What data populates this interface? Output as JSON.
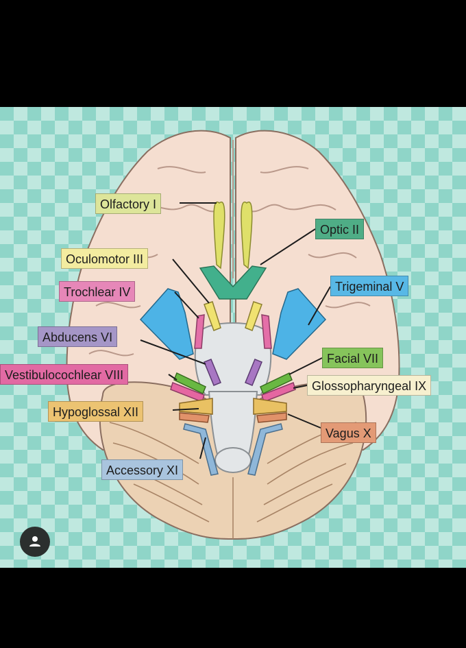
{
  "colors": {
    "background_a": "#bfe8df",
    "background_b": "#8fd5c8",
    "brain": "#f5ded0",
    "brain_outline": "#8a6e60",
    "cerebellum": "#ecd2b4",
    "brainstem": "#e3e6e8",
    "olfactory": "#dfe06a",
    "optic": "#42b08c",
    "oculomotor": "#f0e270",
    "trochlear": "#e46fa8",
    "trigeminal": "#4db3e6",
    "abducens": "#a877c3",
    "facial": "#69b842",
    "vestibulocochlear": "#e566a1",
    "glossopharyngeal": "#f0e29a",
    "vagus": "#e1926a",
    "hypoglossal": "#e9c163",
    "accessory": "#8fb7d9"
  },
  "labels": [
    {
      "id": "olfactory",
      "text": "Olfactory I",
      "bg": "#dde59a"
    },
    {
      "id": "optic",
      "text": "Optic II",
      "bg": "#4fad86"
    },
    {
      "id": "oculomotor",
      "text": "Oculomotor III",
      "bg": "#f3eca0"
    },
    {
      "id": "trigeminal",
      "text": "Trigeminal V",
      "bg": "#58b8e6"
    },
    {
      "id": "trochlear",
      "text": "Trochlear IV",
      "bg": "#e687b8"
    },
    {
      "id": "abducens",
      "text": "Abducens VI",
      "bg": "#a596c7"
    },
    {
      "id": "facial",
      "text": "Facial VII",
      "bg": "#86c45b"
    },
    {
      "id": "vestibulocochlear",
      "text": "Vestibulocochlear VIII",
      "bg": "#e26aa3"
    },
    {
      "id": "glossopharyngeal",
      "text": "Glossopharyngeal IX",
      "bg": "#f7f0cf"
    },
    {
      "id": "hypoglossal",
      "text": "Hypoglossal XII",
      "bg": "#ecc372"
    },
    {
      "id": "vagus",
      "text": "Vagus X",
      "bg": "#e39a76"
    },
    {
      "id": "accessory",
      "text": "Accessory XI",
      "bg": "#a9c4de"
    }
  ],
  "icons": {
    "avatar": "person-icon"
  }
}
